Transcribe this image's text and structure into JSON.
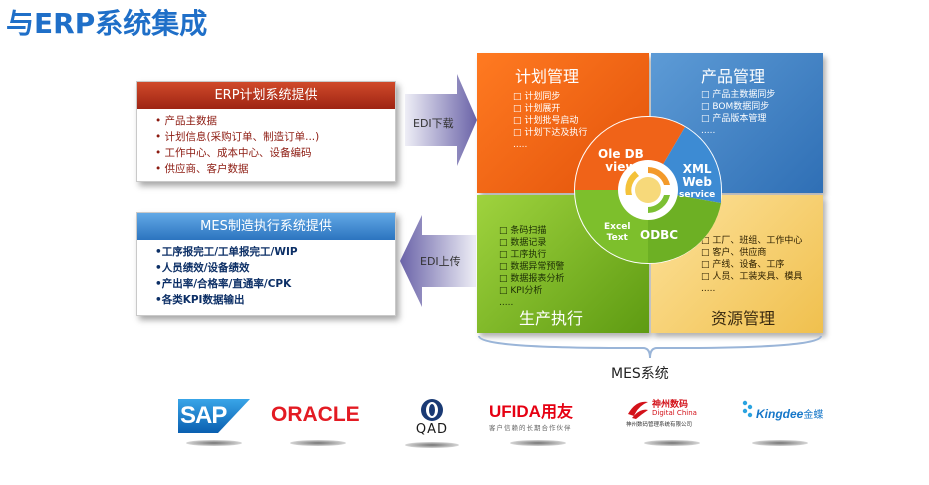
{
  "title": "与ERP系统集成",
  "erp_panel": {
    "header": "ERP计划系统提供",
    "items": [
      "• 产品主数据",
      "• 计划信息(采购订单、制造订单...)",
      "• 工作中心、成本中心、设备编码",
      "• 供应商、客户数据"
    ]
  },
  "mes_panel": {
    "header": "MES制造执行系统提供",
    "items": [
      "•工序报完工/工单报完工/WIP",
      "•人员绩效/设备绩效",
      "•产出率/合格率/直通率/CPK",
      "•各类KPI数据输出"
    ]
  },
  "arrows": {
    "download": "EDI下载",
    "upload": "EDI上传"
  },
  "quadrants": {
    "plan": {
      "title": "计划管理",
      "items": [
        "计划同步",
        "计划展开",
        "计划批号启动",
        "计划下达及执行",
        "....."
      ]
    },
    "product": {
      "title": "产品管理",
      "items": [
        "产品主数据同步",
        "BOM数据同步",
        "产品版本管理",
        "....."
      ]
    },
    "execution": {
      "title": "生产执行",
      "items": [
        "条码扫描",
        "数据记录",
        "工序执行",
        "数据异常预警",
        "数据报表分析",
        "KPI分析",
        "....."
      ]
    },
    "resource": {
      "title": "资源管理",
      "items": [
        "工厂、班组、工作中心",
        "客户、供应商",
        "产线、设备、工序",
        "人员、工装夹具、模具",
        "....."
      ]
    }
  },
  "circle_segments": {
    "oledb": [
      "Ole DB",
      "view"
    ],
    "xml": [
      "XML",
      "Web",
      "service"
    ],
    "excel": [
      "Excel",
      "Text"
    ],
    "odbc": "ODBC"
  },
  "mes_caption": "MES系统",
  "logos": {
    "sap": "SAP",
    "oracle": "ORACLE",
    "qad": "QAD",
    "ufida": "UFIDA",
    "ufida_cn": "用友",
    "ufida_slogan": "客户信赖的长期合作伙伴",
    "digitalchina_cn": "神州数码",
    "digitalchina_en": "Digital China",
    "digitalchina_sub": "神州数码管理系统有限公司",
    "kingdee": "Kingdee",
    "kingdee_cn": "金蝶"
  },
  "colors": {
    "title": "#1f6fc8",
    "erp_header": "#b8321b",
    "mes_header": "#3b85d2",
    "plan": "#f06a1a",
    "product": "#4a89cc",
    "execution": "#84bf2a",
    "resource": "#f8d272"
  }
}
